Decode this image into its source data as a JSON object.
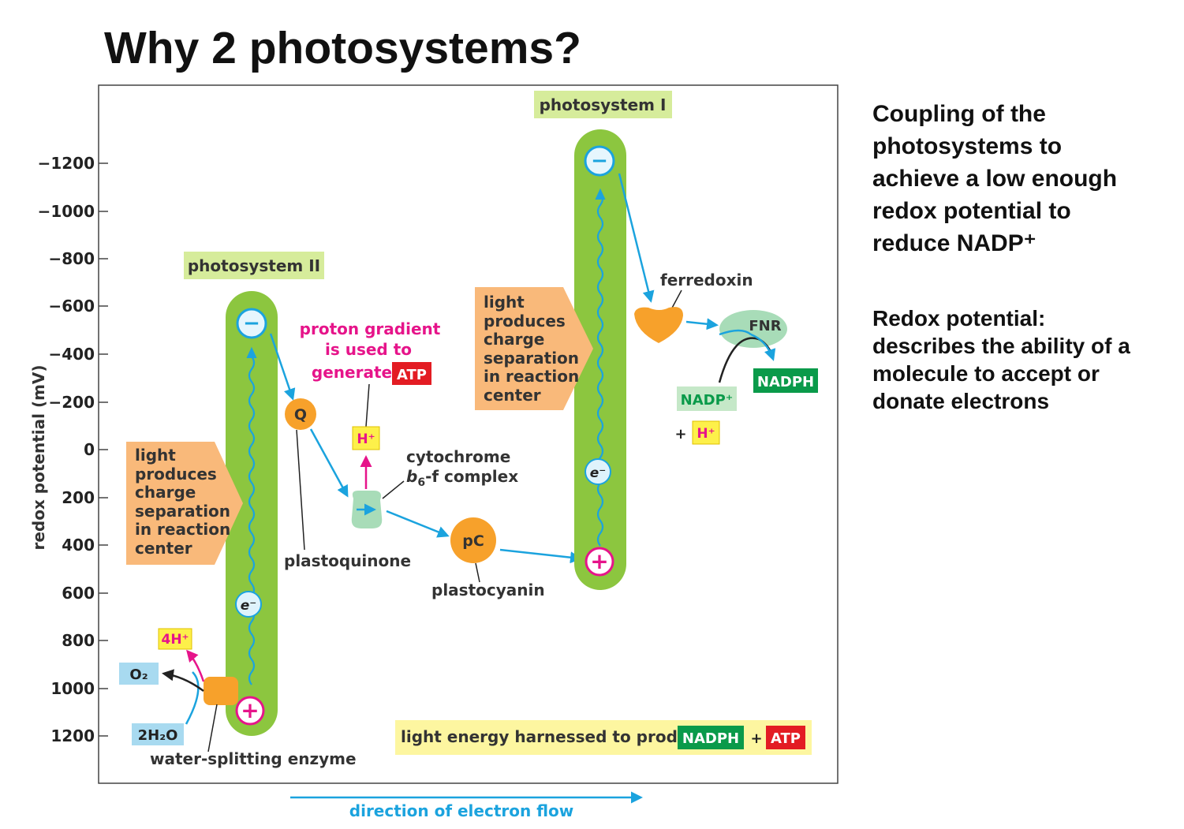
{
  "title": "Why 2 photosystems?",
  "side_text": {
    "p1": [
      "Coupling of the",
      "photosystems to",
      "achieve a low enough",
      "redox potential to",
      "reduce NADP⁺"
    ],
    "p2": [
      "Redox potential:",
      "describes the ability of a",
      "molecule to accept or",
      "donate electrons"
    ]
  },
  "axis": {
    "label": "redox potential (mV)",
    "ticks": [
      "−1200",
      "−1000",
      "−800",
      "−600",
      "−400",
      "−200",
      "0",
      "200",
      "400",
      "600",
      "800",
      "1000",
      "1200"
    ]
  },
  "labels": {
    "photosystem_ii": "photosystem II",
    "photosystem_i": "photosystem I",
    "light_arrow": [
      "light",
      "produces",
      "charge",
      "separation",
      "in reaction",
      "center"
    ],
    "q": "Q",
    "plastoquinone": "plastoquinone",
    "proton_gradient": [
      "proton gradient",
      "is used to",
      "generate"
    ],
    "atp": "ATP",
    "h_plus": "H⁺",
    "cytochrome_1": "cytochrome",
    "cytochrome_2_b": "b",
    "cytochrome_2_sub": "6",
    "cytochrome_2_rest": "-f complex",
    "pc": "pC",
    "plastocyanin": "plastocyanin",
    "ferredoxin": "ferredoxin",
    "fnr": "FNR",
    "nadph": "NADPH",
    "nadp_plus": "NADP⁺",
    "plus": "+",
    "minus": "−",
    "electron": "e⁻",
    "four_h_plus": "4H⁺",
    "o2": "O₂",
    "two_h2o": "2H₂O",
    "water_splitting": "water-splitting enzyme",
    "harnessed": "light energy harnessed to produce",
    "direction": "direction of electron flow"
  },
  "colors": {
    "green_bar": "#8cc63f",
    "orange": "#f7a12b",
    "light_orange": "#f9b97a",
    "blue": "#1ba3de",
    "magenta": "#e6148a",
    "yellow_box": "#fdf6a0",
    "label_green": "#d6ec9b",
    "red": "#e31c23",
    "dark_green": "#0a9a4a",
    "light_blue_box": "#a8daf0"
  }
}
